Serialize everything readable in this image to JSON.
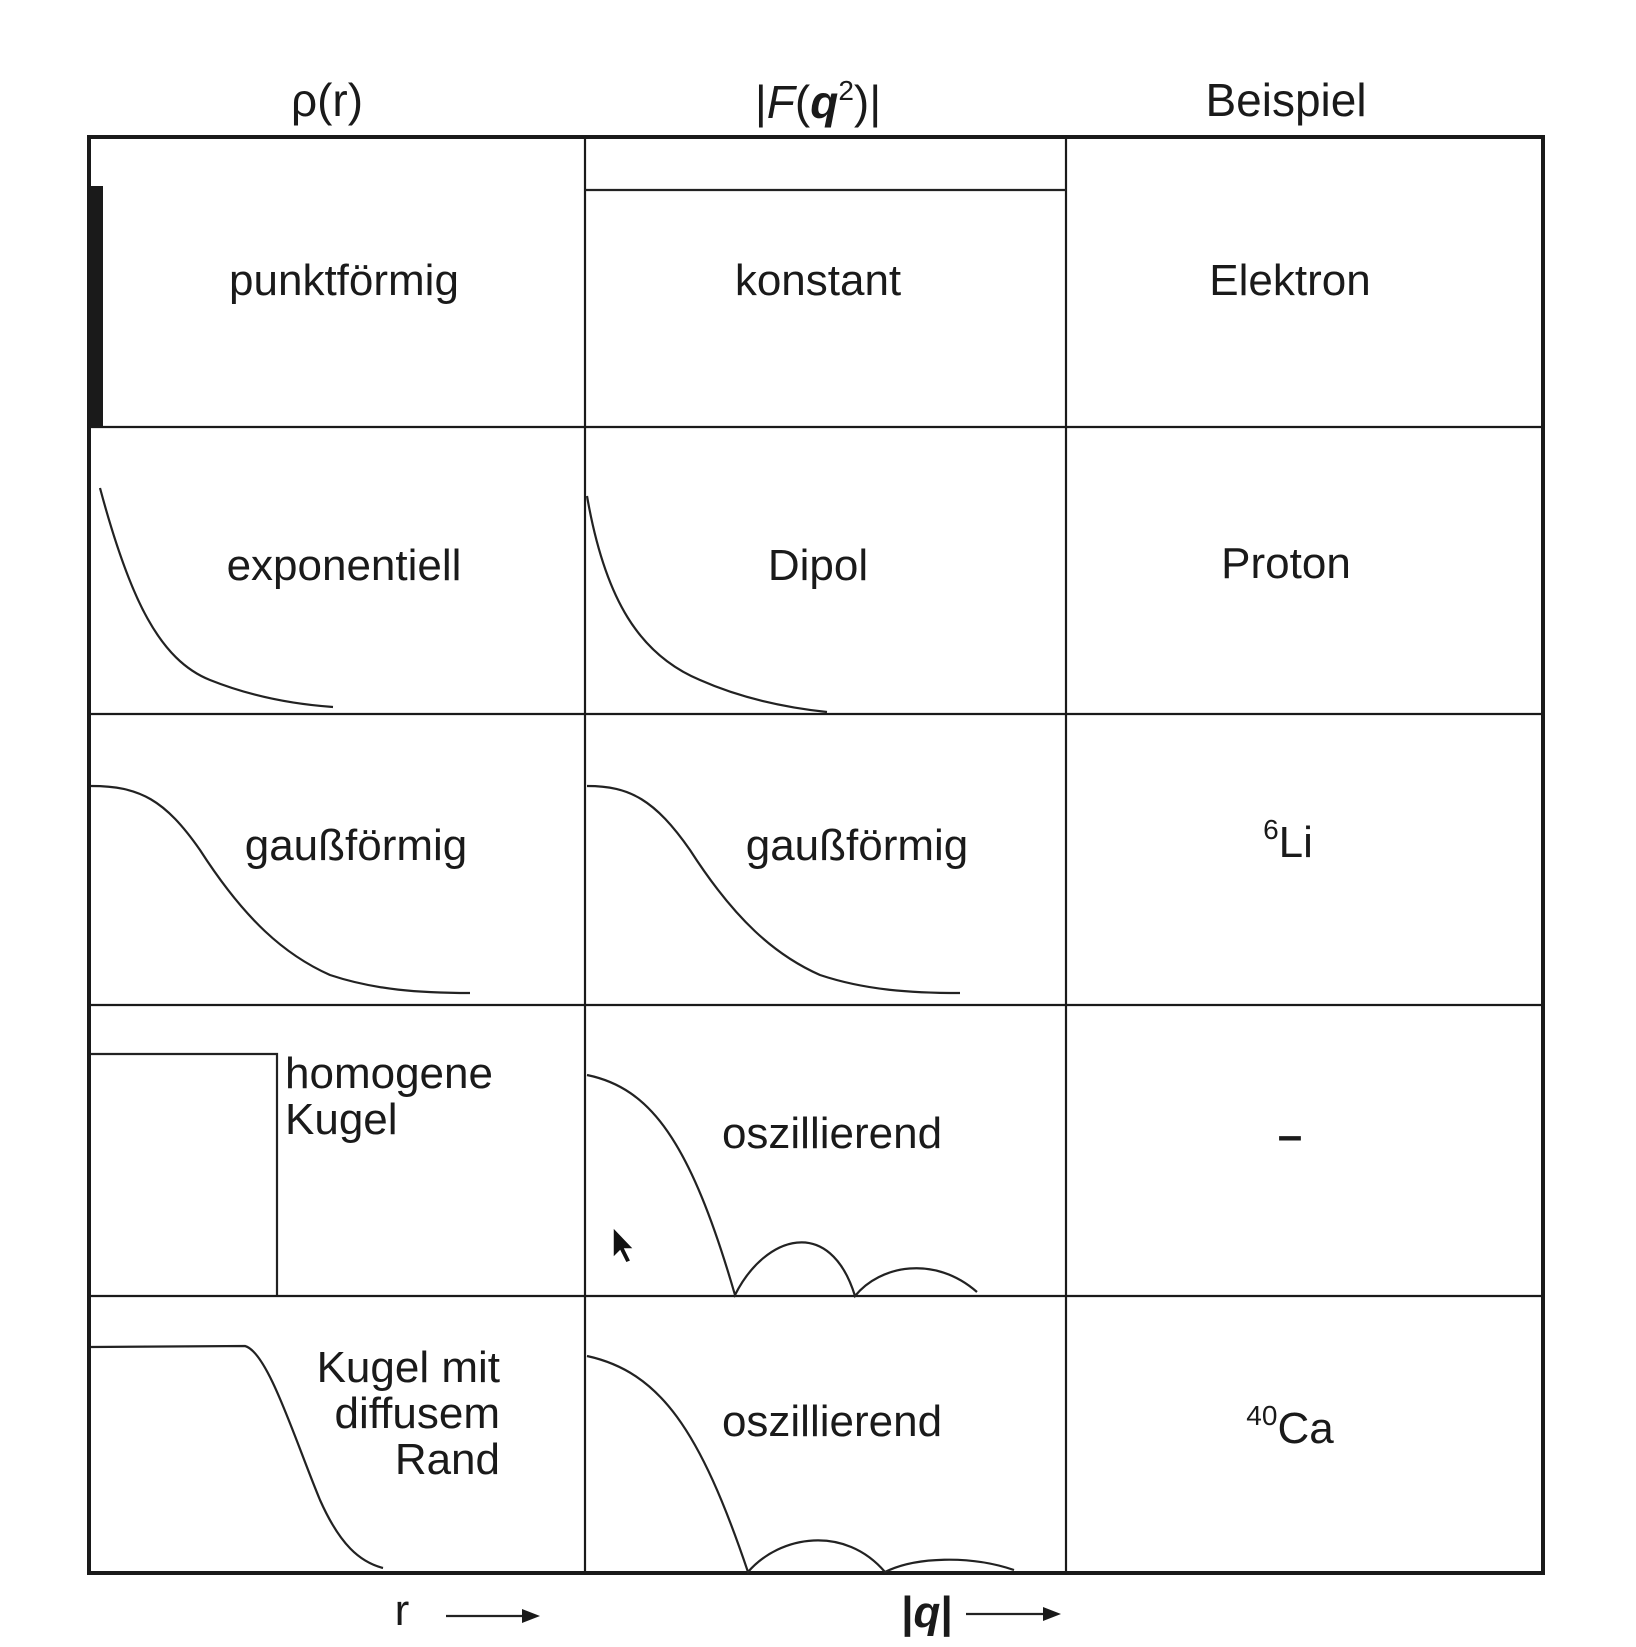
{
  "headers": {
    "density": "ρ(r)",
    "form_factor_bar_left": "|",
    "form_factor_F": "F",
    "form_factor_open": "(",
    "form_factor_q": "q",
    "form_factor_exp": "2",
    "form_factor_close": ")",
    "form_factor_bar_right": "|",
    "example": "Beispiel"
  },
  "rows": [
    {
      "density": [
        "punktförmig"
      ],
      "form_factor": "konstant",
      "example_sup": "",
      "example": "Elektron"
    },
    {
      "density": [
        "exponentiell"
      ],
      "form_factor": "Dipol",
      "example_sup": "",
      "example": "Proton"
    },
    {
      "density": [
        "gaußförmig"
      ],
      "form_factor": "gaußförmig",
      "example_sup": "6",
      "example": "Li"
    },
    {
      "density": [
        "homogene",
        "Kugel"
      ],
      "form_factor": "oszillierend",
      "example_sup": "",
      "example": "–"
    },
    {
      "density": [
        "Kugel mit",
        "diffusem",
        "Rand"
      ],
      "form_factor": "oszillierend",
      "example_sup": "40",
      "example": "Ca"
    }
  ],
  "axes": {
    "r_label": "r",
    "q_bar_left": "|",
    "q_label": "q",
    "q_bar_right": "|"
  }
}
